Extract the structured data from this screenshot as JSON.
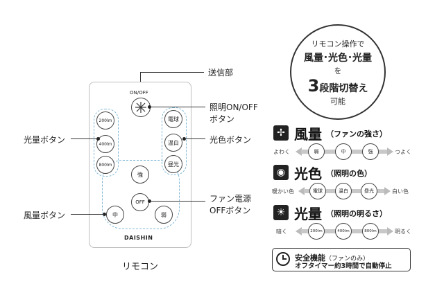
{
  "badge": {
    "line1": "リモコン操作で",
    "line2": "風量･光色･光量",
    "line3": "を",
    "line4_num": "3",
    "line4_text": "段階切替え",
    "line5": "可能"
  },
  "remote": {
    "onoff_label": "ON/OFF",
    "lumen_buttons": [
      "200lm",
      "400lm",
      "800lm"
    ],
    "color_buttons": [
      "電球",
      "温白",
      "昼光"
    ],
    "fan_strong": "強",
    "fan_off": "OFF",
    "fan_mid": "中",
    "fan_weak": "弱",
    "brand": "DAISHIN",
    "caption": "リモコン"
  },
  "callouts": {
    "transmitter": "送信部",
    "light_onoff_1": "照明ON/OFF",
    "light_onoff_2": "ボタン",
    "light_color": "光色ボタン",
    "light_amount": "光量ボタン",
    "fan_power_1": "ファン電源",
    "fan_power_2": "OFFボタン",
    "fan_speed": "風量ボタン"
  },
  "sections": {
    "fan": {
      "title": "風量",
      "subtitle": "（ファンの強さ）",
      "left": "よわく",
      "right": "つよく",
      "chips": [
        "弱",
        "中",
        "強"
      ]
    },
    "color": {
      "title": "光色",
      "subtitle": "（照明の色）",
      "left": "暖かい色",
      "right": "白い色",
      "chips": [
        "電球",
        "温白",
        "昼光"
      ]
    },
    "lumen": {
      "title": "光量",
      "subtitle": "（照明の明るさ）",
      "left": "暗く",
      "right": "明るく",
      "chips": [
        "200lm",
        "400lm",
        "800lm"
      ]
    }
  },
  "safety": {
    "title": "安全機能",
    "title_note": "（ファンのみ）",
    "desc": "オフタイマー約3時間で自動停止"
  },
  "colors": {
    "dash": "#7fb8d8",
    "ink": "#222222",
    "bar": "#c8c8c8"
  }
}
